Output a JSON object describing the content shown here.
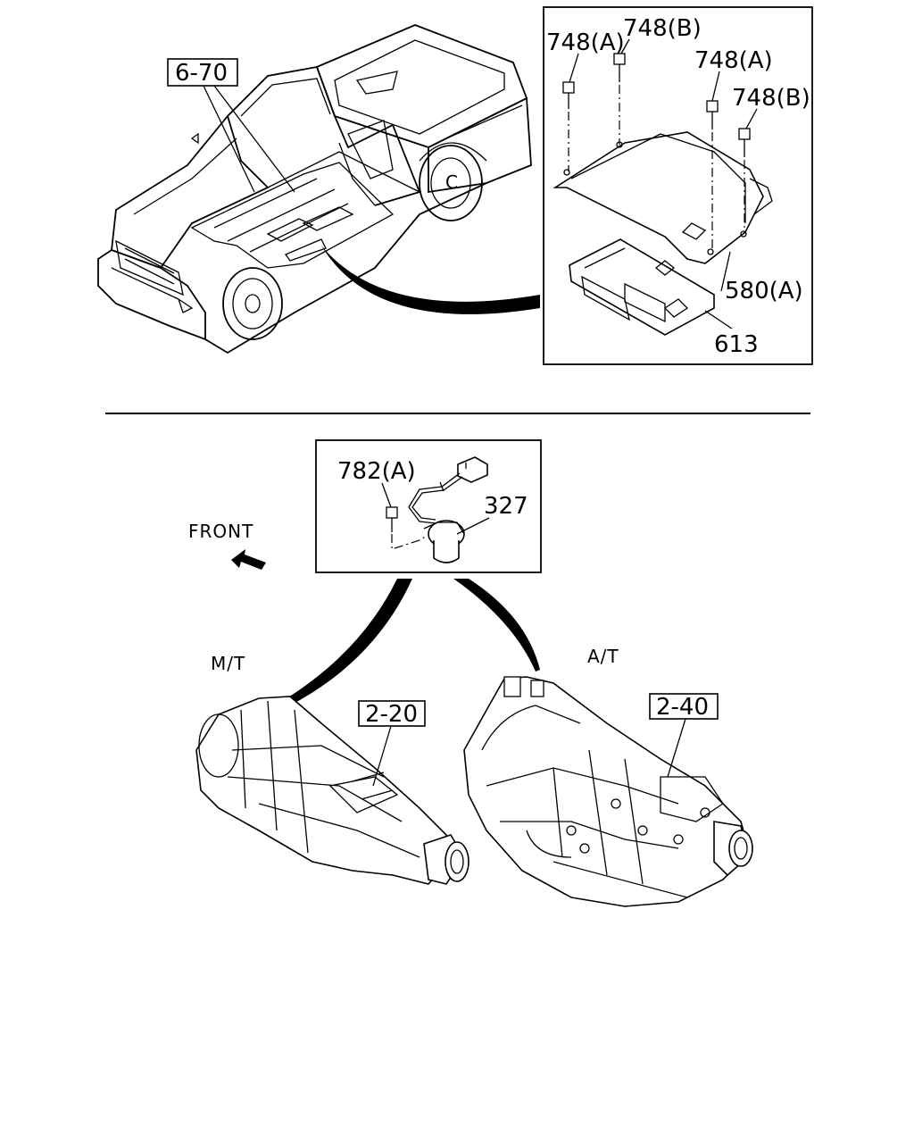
{
  "top_section": {
    "vehicle_ref": "6-70",
    "detail_labels": {
      "bolt_a_left": "748(A)",
      "bolt_b_left": "748(B)",
      "bolt_a_right": "748(A)",
      "bolt_b_right": "748(B)",
      "bracket": "580(A)",
      "control_unit": "613"
    }
  },
  "bottom_section": {
    "front_label": "FRONT",
    "detail_labels": {
      "bolt": "782(A)",
      "sensor": "327"
    },
    "manual_transmission": {
      "label": "M/T",
      "ref": "2-20"
    },
    "automatic_transmission": {
      "label": "A/T",
      "ref": "2-40"
    }
  }
}
